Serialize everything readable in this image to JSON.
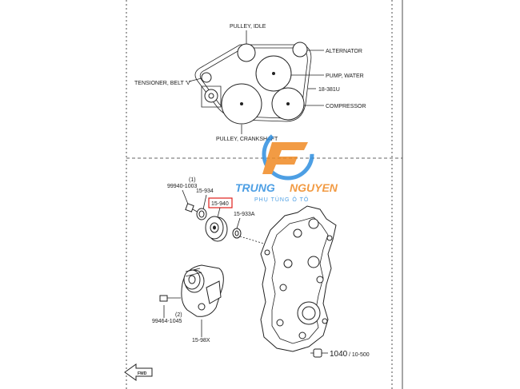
{
  "upper_labels": {
    "pulley_idle": "PULLEY, IDLE",
    "alternator": "ALTERNATOR",
    "pump_water": "PUMP, WATER",
    "tensioner": "TENSIONER, BELT 'V'",
    "belt": "18-381U",
    "compressor": "COMPRESSOR",
    "pulley_crankshaft": "PULLEY, CRANKSHAFT"
  },
  "lower_labels": {
    "callout_1": "(1)",
    "part_99940": "99940-1003",
    "part_15934": "15-934",
    "part_15940": "15-940",
    "part_15933a": "15-933A",
    "callout_2": "(2)",
    "part_99464": "99464-1045",
    "part_1598x": "15-98X",
    "ref_1040": "1040",
    "ref_sub": "/ 10-500",
    "front_arrow": "FWD"
  },
  "watermark": {
    "brand_part1": "TRUNG",
    "brand_part2": "NGUYEN",
    "tagline": "PHỤ TÙNG Ô TÔ"
  },
  "colors": {
    "highlight": "#e0201b",
    "brand_blue": "#2f8fe0",
    "brand_orange": "#f08a24"
  }
}
